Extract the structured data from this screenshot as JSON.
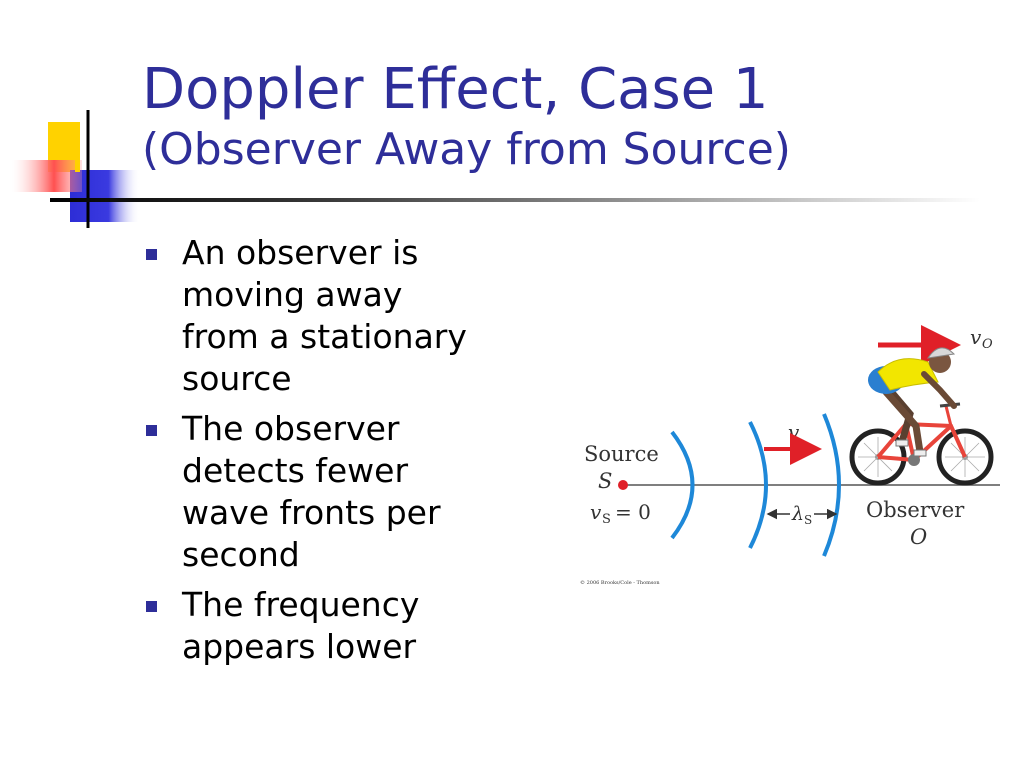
{
  "slide": {
    "title_line1": "Doppler Effect, Case 1",
    "title_line2": "(Observer Away from Source)"
  },
  "bullets": [
    {
      "lines": [
        "An observer is",
        "moving away",
        "from a stationary",
        "source"
      ]
    },
    {
      "lines": [
        "The observer",
        "detects fewer",
        "wave fronts per",
        "second"
      ]
    },
    {
      "lines": [
        "The frequency",
        "appears lower"
      ]
    }
  ],
  "diagram": {
    "source_label": "Source",
    "source_symbol": "S",
    "source_speed_label": "v",
    "source_speed_sub": "S",
    "source_speed_value": "= 0",
    "wave_speed_label": "v",
    "wavelength_label": "λ",
    "wavelength_sub": "S",
    "observer_label": "Observer",
    "observer_symbol": "O",
    "observer_speed_label": "v",
    "observer_speed_sub": "O",
    "copyright": "© 2006 Brooks/Cole - Thomson"
  },
  "colors": {
    "title": "#2e2e99",
    "bullet_marker": "#2e2e99",
    "wavefront": "#1e88d8",
    "arrow": "#e02028",
    "source_dot": "#e02028"
  }
}
